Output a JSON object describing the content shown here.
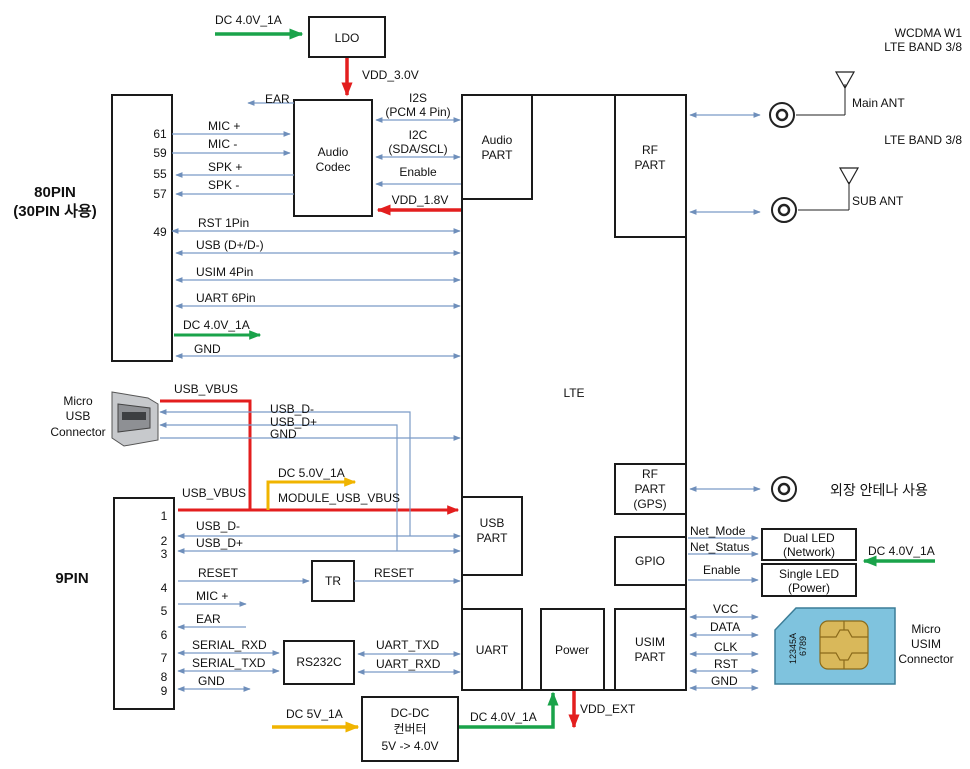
{
  "colors": {
    "power_green": "#1aa34a",
    "power_red": "#e31e1e",
    "power_yellow": "#f0b400",
    "signal_line": "#7b9bc6",
    "box_border": "#1a1a1a"
  },
  "top": {
    "dc_in": "DC 4.0V_1A",
    "ldo": "LDO",
    "vdd30": "VDD_3.0V"
  },
  "codec": {
    "l1": "Audio",
    "l2": "Codec",
    "ear": "EAR",
    "mic_p": "MIC +",
    "mic_m": "MIC -",
    "spk_p": "SPK +",
    "spk_m": "SPK -"
  },
  "audio_bus": {
    "i2s": "I2S",
    "i2s_sub": "(PCM 4 Pin)",
    "i2c": "I2C",
    "i2c_sub": "(SDA/SCL)",
    "enable": "Enable",
    "vdd18": "VDD_1.8V"
  },
  "lte": {
    "label": "LTE",
    "audio_l1": "Audio",
    "audio_l2": "PART",
    "rf_l1": "RF",
    "rf_l2": "PART",
    "rfgps_l1": "RF",
    "rfgps_l2": "PART",
    "rfgps_l3": "(GPS)",
    "gpio": "GPIO",
    "usbpart_l1": "USB",
    "usbpart_l2": "PART",
    "uart": "UART",
    "power": "Power",
    "usim_l1": "USIM",
    "usim_l2": "PART"
  },
  "ant": {
    "wcdma": "WCDMA W1",
    "lte_band1": "LTE BAND 3/8",
    "lte_band2": "LTE BAND 3/8",
    "main": "Main ANT",
    "sub": "SUB ANT",
    "external": "외장 안테나 사용"
  },
  "conn80": {
    "title1": "80PIN",
    "title2": "(30PIN 사용)",
    "p61": "61",
    "p59": "59",
    "p55": "55",
    "p57": "57",
    "p49": "49",
    "rst": "RST 1Pin",
    "usb": "USB (D+/D-)",
    "usim": "USIM 4Pin",
    "uart": "UART 6Pin",
    "dc": "DC 4.0V_1A",
    "gnd": "GND"
  },
  "micro_usb": {
    "l1": "Micro",
    "l2": "USB",
    "l3": "Connector",
    "vbus": "USB_VBUS",
    "dm": "USB_D-",
    "dp": "USB_D+",
    "gnd": "GND"
  },
  "mid": {
    "vbus": "USB_VBUS",
    "dc5": "DC 5.0V_1A",
    "module_vbus": "MODULE_USB_VBUS",
    "tr": "TR",
    "reset": "RESET",
    "rs232": "RS232C",
    "uart_txd": "UART_TXD",
    "uart_rxd": "UART_RXD"
  },
  "conn9": {
    "title": "9PIN",
    "p1": "1",
    "p2": "2",
    "p3": "3",
    "p4": "4",
    "p5": "5",
    "p6": "6",
    "p7": "7",
    "p8": "8",
    "p9": "9",
    "usb_dm": "USB_D-",
    "usb_dp": "USB_D+",
    "reset": "RESET",
    "mic": "MIC +",
    "ear": "EAR",
    "serial_rxd": "SERIAL_RXD",
    "serial_txd": "SERIAL_TXD",
    "gnd": "GND"
  },
  "gpio_side": {
    "net_mode": "Net_Mode",
    "net_status": "Net_Status",
    "enable": "Enable",
    "dual_led_l1": "Dual LED",
    "dual_led_l2": "(Network)",
    "single_led_l1": "Single LED",
    "single_led_l2": "(Power)",
    "dc": "DC 4.0V_1A"
  },
  "usim_side": {
    "vcc": "VCC",
    "data": "DATA",
    "clk": "CLK",
    "rst": "RST",
    "gnd": "GND",
    "sim_text1": "12345A",
    "sim_text2": "6789",
    "conn_l1": "Micro",
    "conn_l2": "USIM",
    "conn_l3": "Connector"
  },
  "bottom": {
    "dc5": "DC 5V_1A",
    "dcdc_l1": "DC-DC",
    "dcdc_l2": "컨버터",
    "dcdc_l3": "5V -> 4.0V",
    "dc4": "DC 4.0V_1A",
    "vdd_ext": "VDD_EXT"
  }
}
